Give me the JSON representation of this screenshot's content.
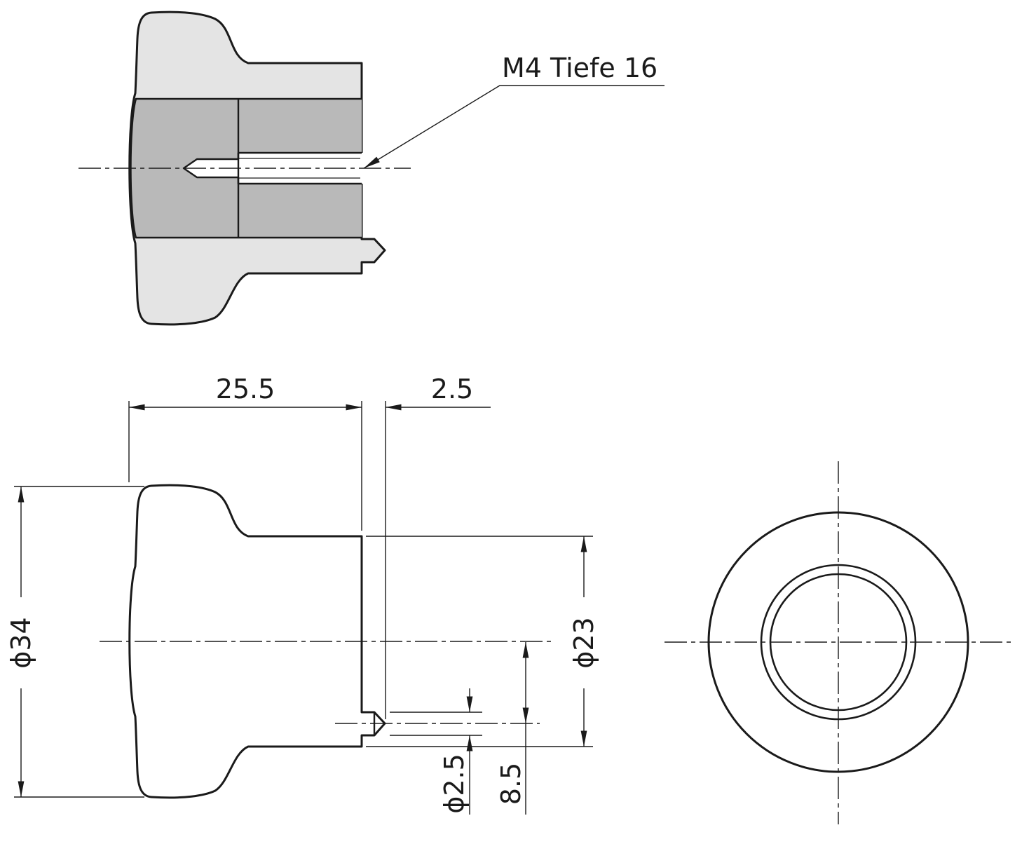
{
  "drawing": {
    "type": "technical-drawing",
    "background": "#ffffff",
    "colors": {
      "line": "#1a1a1a",
      "knob_body_fill": "#e4e4e4",
      "insert_section_fill": "#b9b9b9"
    },
    "thread_note": {
      "label": "M4 Tiefe 16"
    },
    "dimensions": {
      "head_length": {
        "label": "25.5"
      },
      "pin_protrusion": {
        "label": "2.5"
      },
      "knob_diameter": {
        "label": "ϕ34"
      },
      "flange_diameter": {
        "label": "ϕ23"
      },
      "pin_diameter": {
        "label": "ϕ2.5"
      },
      "pin_center_offset": {
        "label": "8.5"
      }
    },
    "views": {
      "section": "sectional side view of knob",
      "side": "side elevation of knob",
      "front": "front view of knob"
    }
  }
}
